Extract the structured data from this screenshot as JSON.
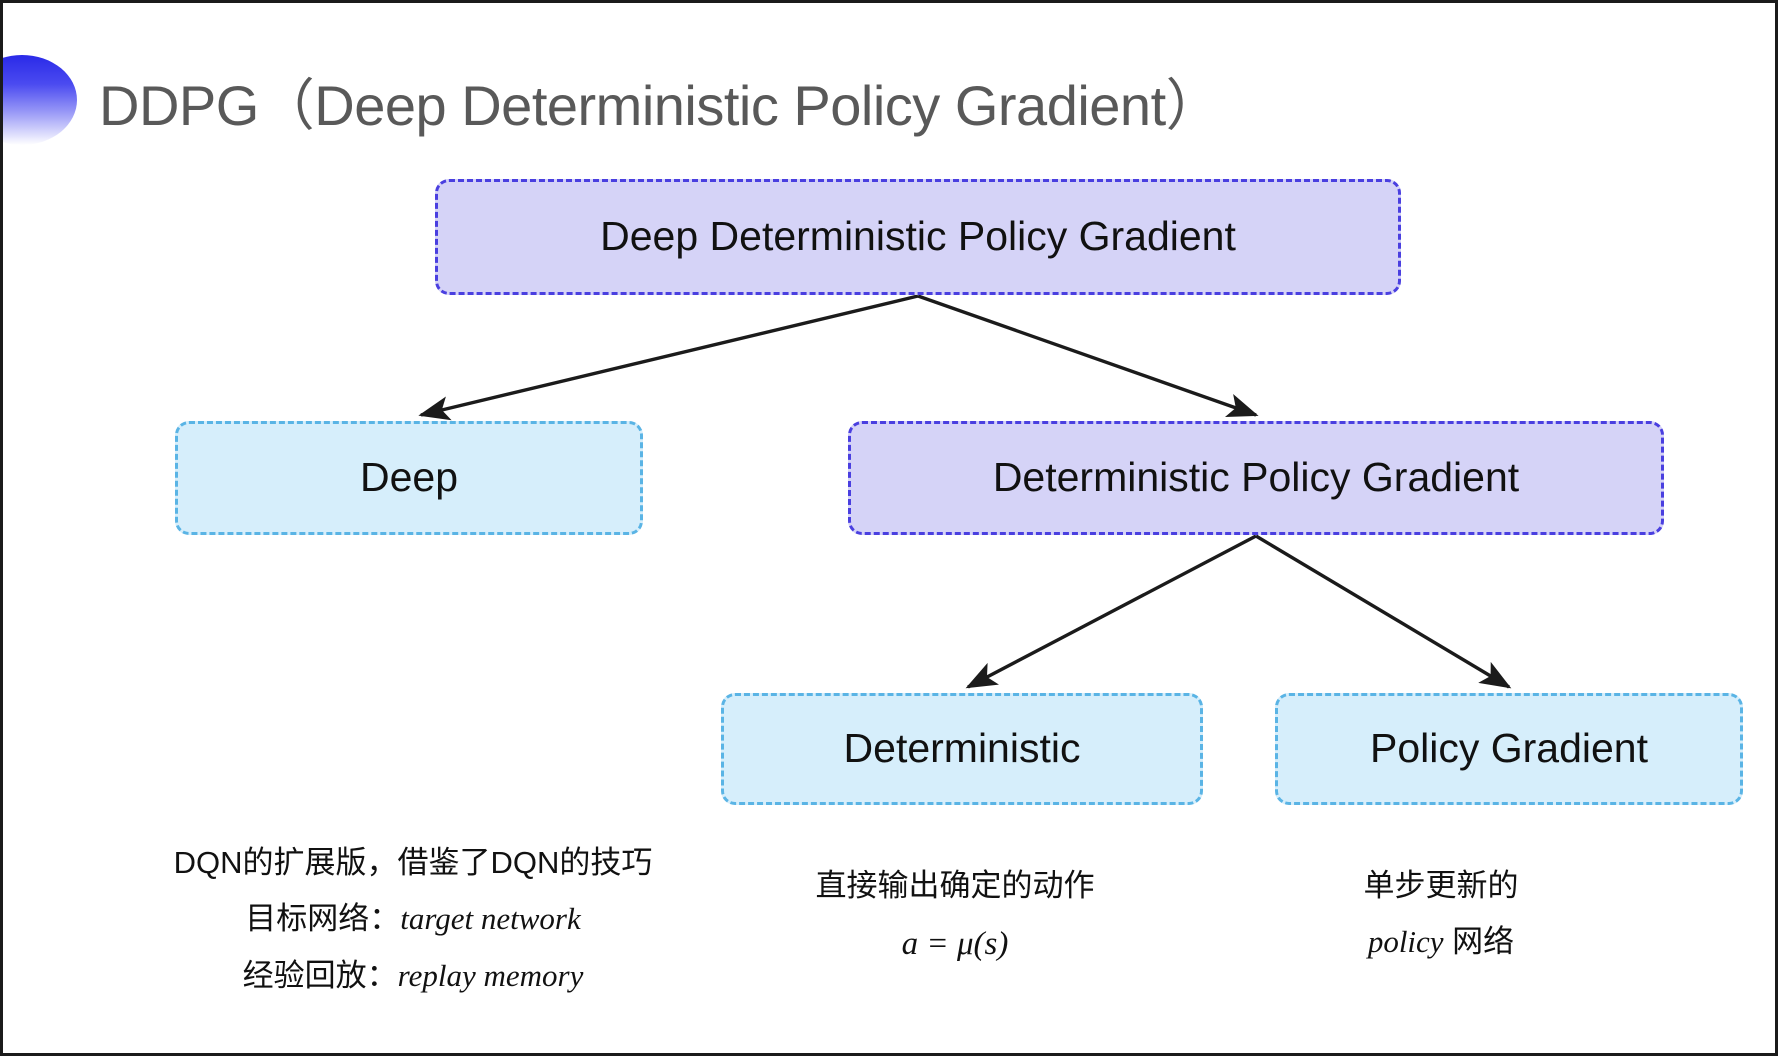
{
  "slide": {
    "title": "DDPG（Deep Deterministic Policy Gradient）",
    "bullet_icon": "gradient-ellipse-bullet-icon",
    "colors": {
      "title_text": "#595959",
      "purple_fill": "#d5d3f7",
      "purple_border": "#4a3fe0",
      "cyan_fill": "#d6eefb",
      "cyan_border": "#5ab4e5",
      "arrow": "#1b1b1b",
      "body_text": "#111111"
    }
  },
  "tree": {
    "root": {
      "label": "Deep Deterministic Policy Gradient",
      "style": "purple"
    },
    "level2": [
      {
        "label": "Deep",
        "style": "cyan"
      },
      {
        "label": "Deterministic Policy Gradient",
        "style": "purple"
      }
    ],
    "level3": [
      {
        "label": "Deterministic",
        "style": "cyan"
      },
      {
        "label": "Policy Gradient",
        "style": "cyan"
      }
    ]
  },
  "notes": {
    "deep": {
      "line1": "DQN的扩展版，借鉴了DQN的技巧",
      "line2_label": "目标网络：",
      "line2_term": "target network",
      "line3_label": "经验回放：",
      "line3_term": "replay memory"
    },
    "deterministic": {
      "line1": "直接输出确定的动作",
      "formula": "a = μ(s)"
    },
    "policy_gradient": {
      "line1": "单步更新的",
      "line2_term": "policy",
      "line2_suffix": " 网络"
    }
  }
}
